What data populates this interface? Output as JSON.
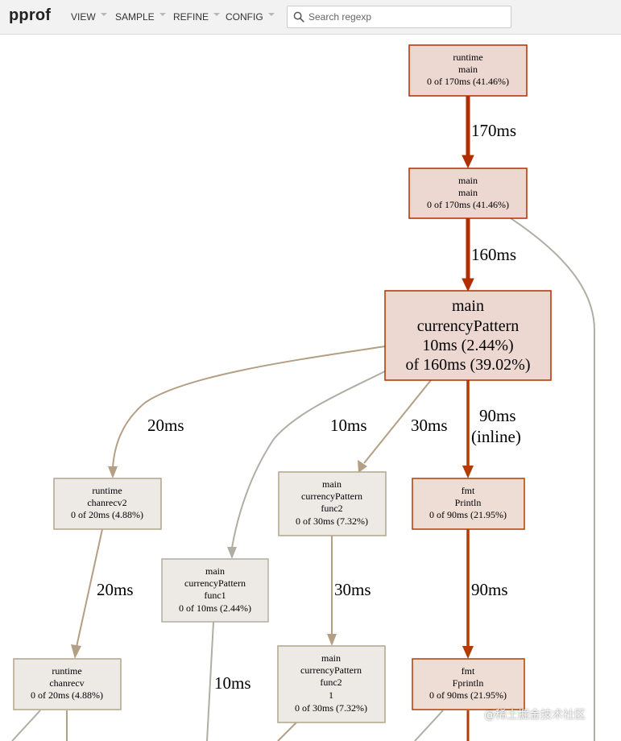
{
  "app": {
    "title": "pprof"
  },
  "menus": [
    {
      "label": "VIEW"
    },
    {
      "label": "SAMPLE"
    },
    {
      "label": "REFINE"
    },
    {
      "label": "CONFIG"
    }
  ],
  "search": {
    "placeholder": "Search regexp",
    "value": ""
  },
  "colors": {
    "hot_fill": "#edd8d1",
    "hot_stroke": "#b22e00",
    "warm_fill": "#edddd5",
    "warm_stroke": "#b23c00",
    "cold_fill": "#edeae6",
    "cold_stroke": "#b2a48b",
    "tan_edge": "#b29f84",
    "grey_edge": "#b2ada3"
  },
  "graph": {
    "nodes": {
      "runtime_main": {
        "package": "runtime",
        "function": "main",
        "stats": "0 of 170ms (41.46%)"
      },
      "main_main": {
        "package": "main",
        "function": "main",
        "stats": "0 of 170ms (41.46%)"
      },
      "currency_pattern": {
        "package": "main",
        "function": "currencyPattern",
        "flat": "10ms (2.44%)",
        "cum": "of 160ms (39.02%)"
      },
      "chanrecv2": {
        "package": "runtime",
        "function": "chanrecv2",
        "stats": "0 of 20ms (4.88%)"
      },
      "func2": {
        "package": "main",
        "function": "currencyPattern",
        "sub": "func2",
        "stats": "0 of 30ms (7.32%)"
      },
      "println": {
        "package": "fmt",
        "function": "Println",
        "stats": "0 of 90ms (21.95%)"
      },
      "func1": {
        "package": "main",
        "function": "currencyPattern",
        "sub": "func1",
        "stats": "0 of 10ms (2.44%)"
      },
      "chanrecv": {
        "package": "runtime",
        "function": "chanrecv",
        "stats": "0 of 20ms (4.88%)"
      },
      "func2_1": {
        "package": "main",
        "function": "currencyPattern",
        "sub": "func2",
        "sub2": "1",
        "stats": "0 of 30ms (7.32%)"
      },
      "fprintln": {
        "package": "fmt",
        "function": "Fprintln",
        "stats": "0 of 90ms (21.95%)"
      }
    },
    "edges": {
      "runtime_main_to_main": "170ms",
      "main_to_currency": "160ms",
      "currency_to_chanrecv2": "20ms",
      "currency_to_func1": "10ms",
      "currency_to_func2": "30ms",
      "currency_to_println": "90ms",
      "currency_to_println_note": "(inline)",
      "chanrecv2_to_chanrecv": "20ms",
      "func2_to_func2_1": "30ms",
      "println_to_fprintln": "90ms",
      "func1_out": "10ms"
    }
  },
  "watermark": {
    "text": "@稀土掘金技术社区"
  }
}
